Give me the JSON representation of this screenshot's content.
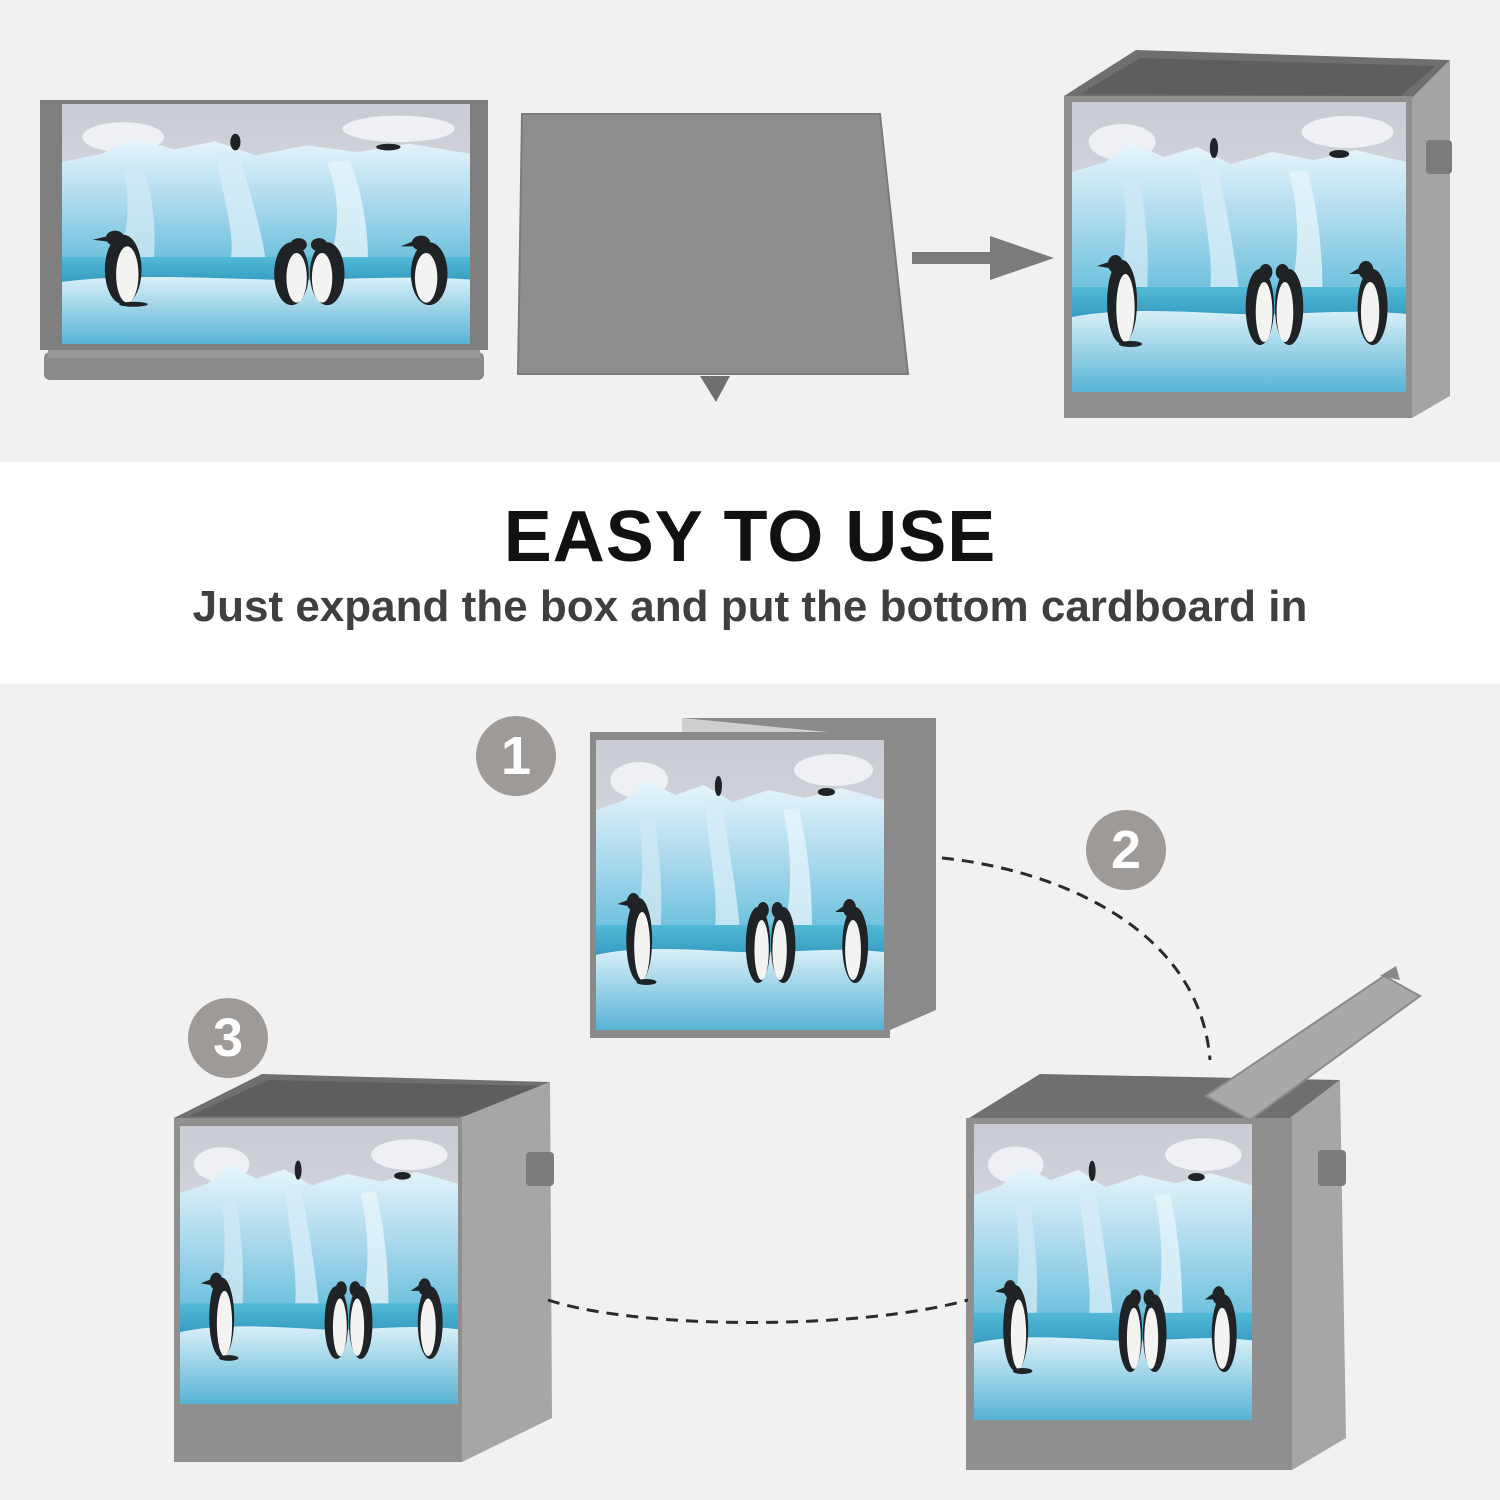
{
  "heading": {
    "title": "EASY TO USE",
    "subtitle": "Just expand the box and put the bottom cardboard in"
  },
  "steps": [
    {
      "label": "1"
    },
    {
      "label": "2"
    },
    {
      "label": "3"
    }
  ],
  "icons": {
    "arrow": "arrow-right-icon",
    "path": "dashed-curve"
  },
  "colors": {
    "band": "#f1f1f1",
    "fabric_gray": "#8e8e8e",
    "badge": "#9d9a98",
    "ice": "#bfe3f1",
    "water": "#3aa8cb"
  }
}
